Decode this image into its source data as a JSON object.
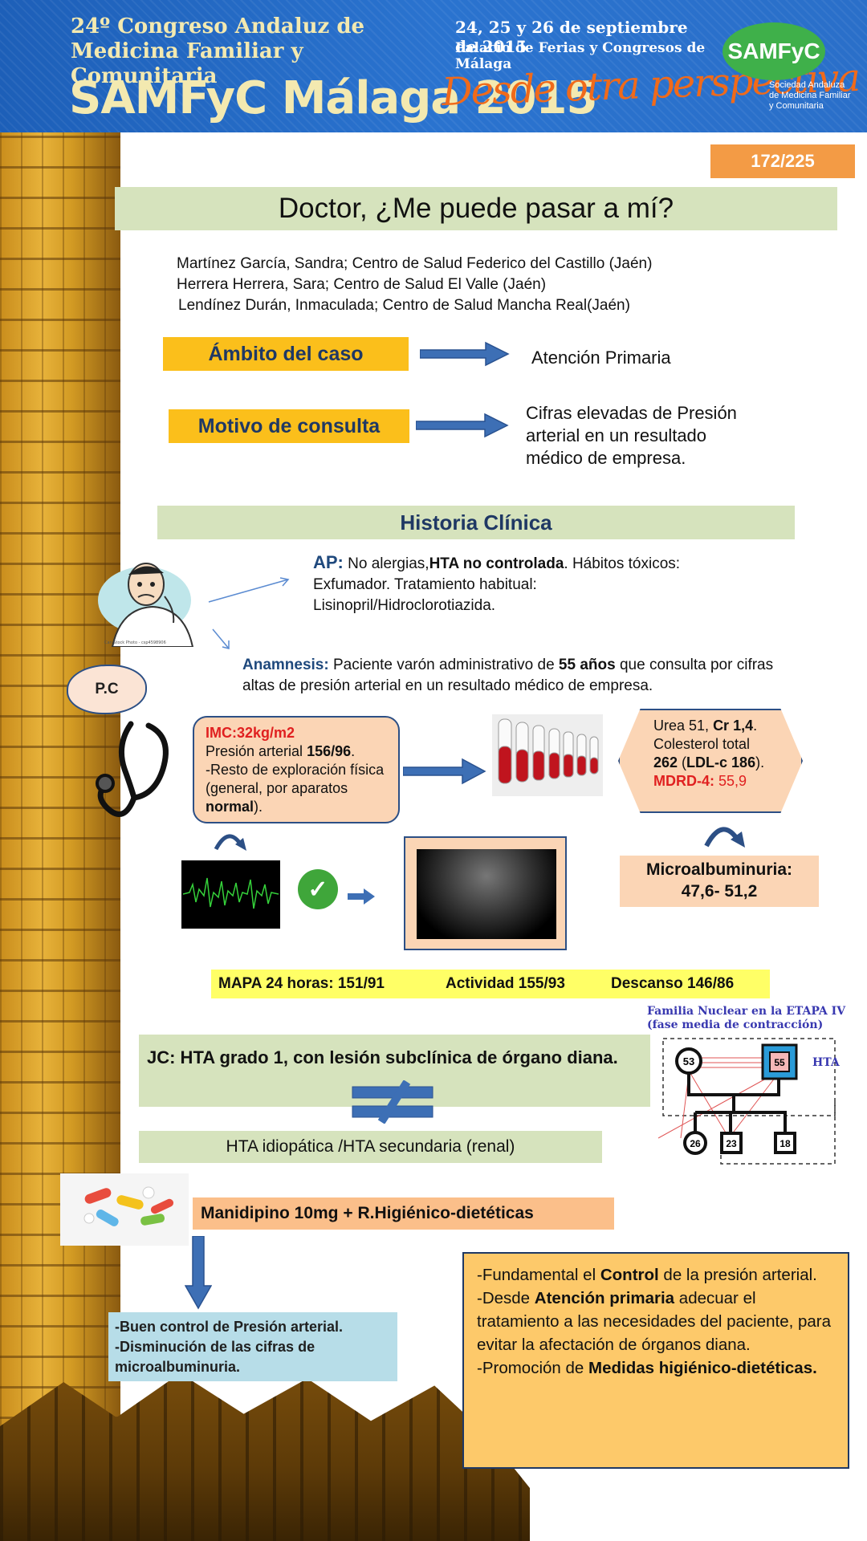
{
  "header": {
    "congreso_line1": "24º Congreso Andaluz de",
    "congreso_line2": "Medicina Familiar y Comunitaria",
    "samfyc_title": "SAMFyC Málaga 2015",
    "fecha": "24, 25 y 26 de septiembre de 2015",
    "lugar": "Palacio de Ferias y Congresos de Málaga",
    "lema": "Desde otra perspectiva",
    "logo_text": "SAMFyC",
    "sociedad_line1": "Sociedad Andaluza",
    "sociedad_line2": "de Medicina Familiar",
    "sociedad_line3": "y Comunitaria"
  },
  "badge": "172/225",
  "title": "Doctor, ¿Me puede pasar a mí?",
  "authors": [
    "Martínez García, Sandra; Centro de Salud Federico del Castillo (Jaén)",
    "Herrera Herrera, Sara; Centro de Salud El Valle (Jaén)",
    "Lendínez Durán, Inmaculada; Centro de Salud Mancha Real(Jaén)"
  ],
  "ambito": {
    "label": "Ámbito del caso",
    "value": "Atención  Primaria"
  },
  "motivo": {
    "label": "Motivo de consulta",
    "line1": "Cifras elevadas de Presión",
    "line2": "arterial en un resultado",
    "line3": "médico de empresa."
  },
  "historia": "Historia Clínica",
  "doctor_watermark": "Can Stock Photo - csp4598906",
  "ap": {
    "label": "AP:",
    "t1": "No alergias,",
    "t2": "HTA no controlada",
    "t3": ". Hábitos tóxicos: Exfumador. Tratamiento habitual: Lisinopril/Hidroclorotiazida."
  },
  "anamnesis": {
    "label": "Anamnesis:",
    "t1": "Paciente varón administrativo de",
    "t2": "55 años",
    "t3": "que consulta por cifras altas de presión arterial en un resultado médico de empresa."
  },
  "pc": "P.C",
  "exploracion": {
    "imc": "IMC:32kg/m2",
    "pa_text": "Presión arterial",
    "pa_value": "156/96",
    "resto1": "-Resto de exploración física  (general, por aparatos",
    "resto_bold": "normal",
    "resto2": ")."
  },
  "analitica": {
    "urea": "Urea 51,",
    "cr": "Cr 1,4",
    "col_text": "Colesterol total",
    "col_value": "262",
    "ldl": "LDL-c 186",
    "mdrd_label": "MDRD-4:",
    "mdrd_value": "55,9"
  },
  "microalbuminuria": {
    "label": "Microalbuminuria:",
    "value": "47,6- 51,2"
  },
  "mapa": {
    "total": "MAPA 24 horas: 151/91",
    "actividad": "Actividad 155/93",
    "descanso": "Descanso 146/86"
  },
  "familia": {
    "title1": "Familia Nuclear en la ETAPA IV",
    "title2": "(fase media de contracción)",
    "mother_age": "53",
    "father_age": "55",
    "hta_label": "HTA",
    "child1": "26",
    "child2": "23",
    "child3": "18"
  },
  "jc": "JC: HTA grado 1, con lesión subclínica de órgano diana.",
  "hta_diff": "HTA idiopática /HTA secundaria (renal)",
  "tratamiento": "Manidipino 10mg + R.Higiénico-dietéticas",
  "resultado": {
    "line1": "-Buen control de Presión arterial.",
    "line2": "-Disminución de las cifras de",
    "line3": "microalbuminuria."
  },
  "conclusiones": {
    "p1a": "-Fundamental el",
    "p1b": "Control",
    "p1c": "de la presión arterial.",
    "p2a": "-Desde",
    "p2b": "Atención primaria",
    "p2c": "adecuar el tratamiento a las necesidades del paciente, para evitar la afectación de órganos diana.",
    "p3a": "-Promoción de",
    "p3b": "Medidas higiénico-dietéticas."
  },
  "colors": {
    "header_blue": "#2a6fc9",
    "title_green": "#d6e3bd",
    "label_orange": "#fbbf1b",
    "arrow_blue": "#3d6fb5",
    "peach": "#fbd5b5",
    "yellow": "#ffff66",
    "conclusion_orange": "#fdc96a"
  }
}
